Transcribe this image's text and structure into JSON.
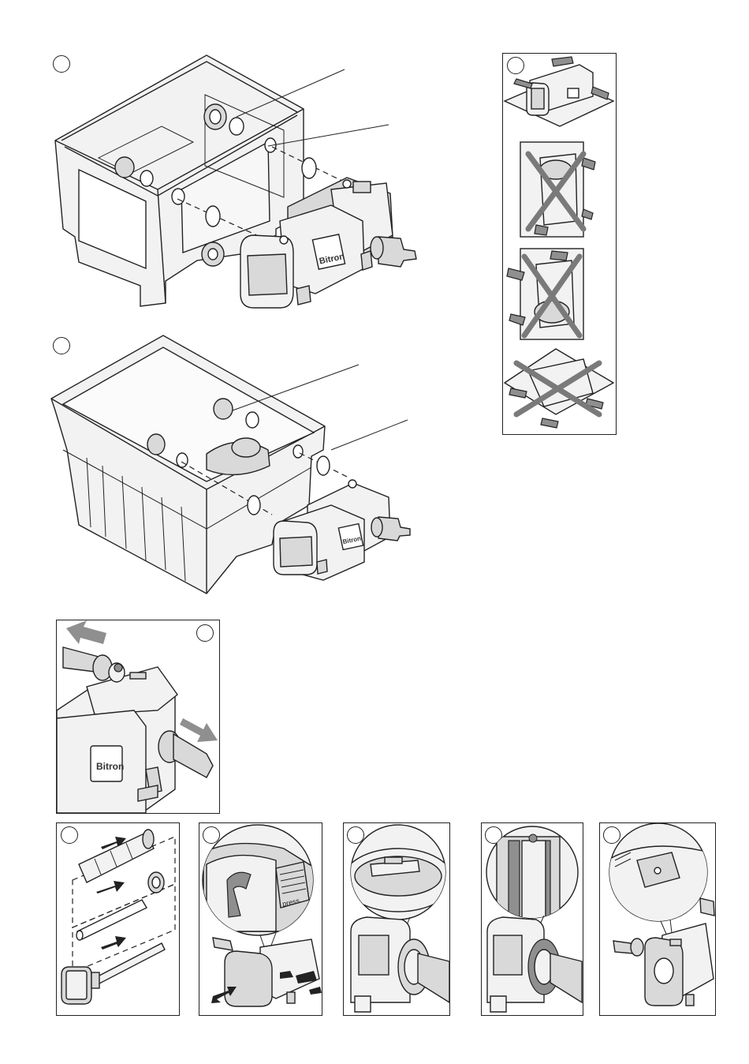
{
  "brand_label": "Bitron",
  "press_label": "press",
  "colors": {
    "line": "#222222",
    "shade": "#d9d9d9",
    "arrow_gray": "#8f8f8f",
    "cross_gray": "#7a7a7a"
  },
  "figures": [
    {
      "id": "fig1",
      "content": "filter-box-with-uv-clarifier-exploded"
    },
    {
      "id": "fig2",
      "content": "rectangular-filter-box-with-uv-clarifier-exploded"
    },
    {
      "id": "fig3",
      "content": "mounting-orientations-one-correct-three-crossed-out"
    },
    {
      "id": "fig4",
      "content": "flow-direction-in-out-arrows"
    },
    {
      "id": "fig5",
      "content": "quartz-tube-and-lamp-exploded"
    },
    {
      "id": "fig6",
      "content": "press-release-cover"
    },
    {
      "id": "fig7",
      "content": "union-nut-detail"
    },
    {
      "id": "fig8",
      "content": "seal-ring-detail"
    },
    {
      "id": "fig9",
      "content": "indicator-window-detail"
    }
  ]
}
